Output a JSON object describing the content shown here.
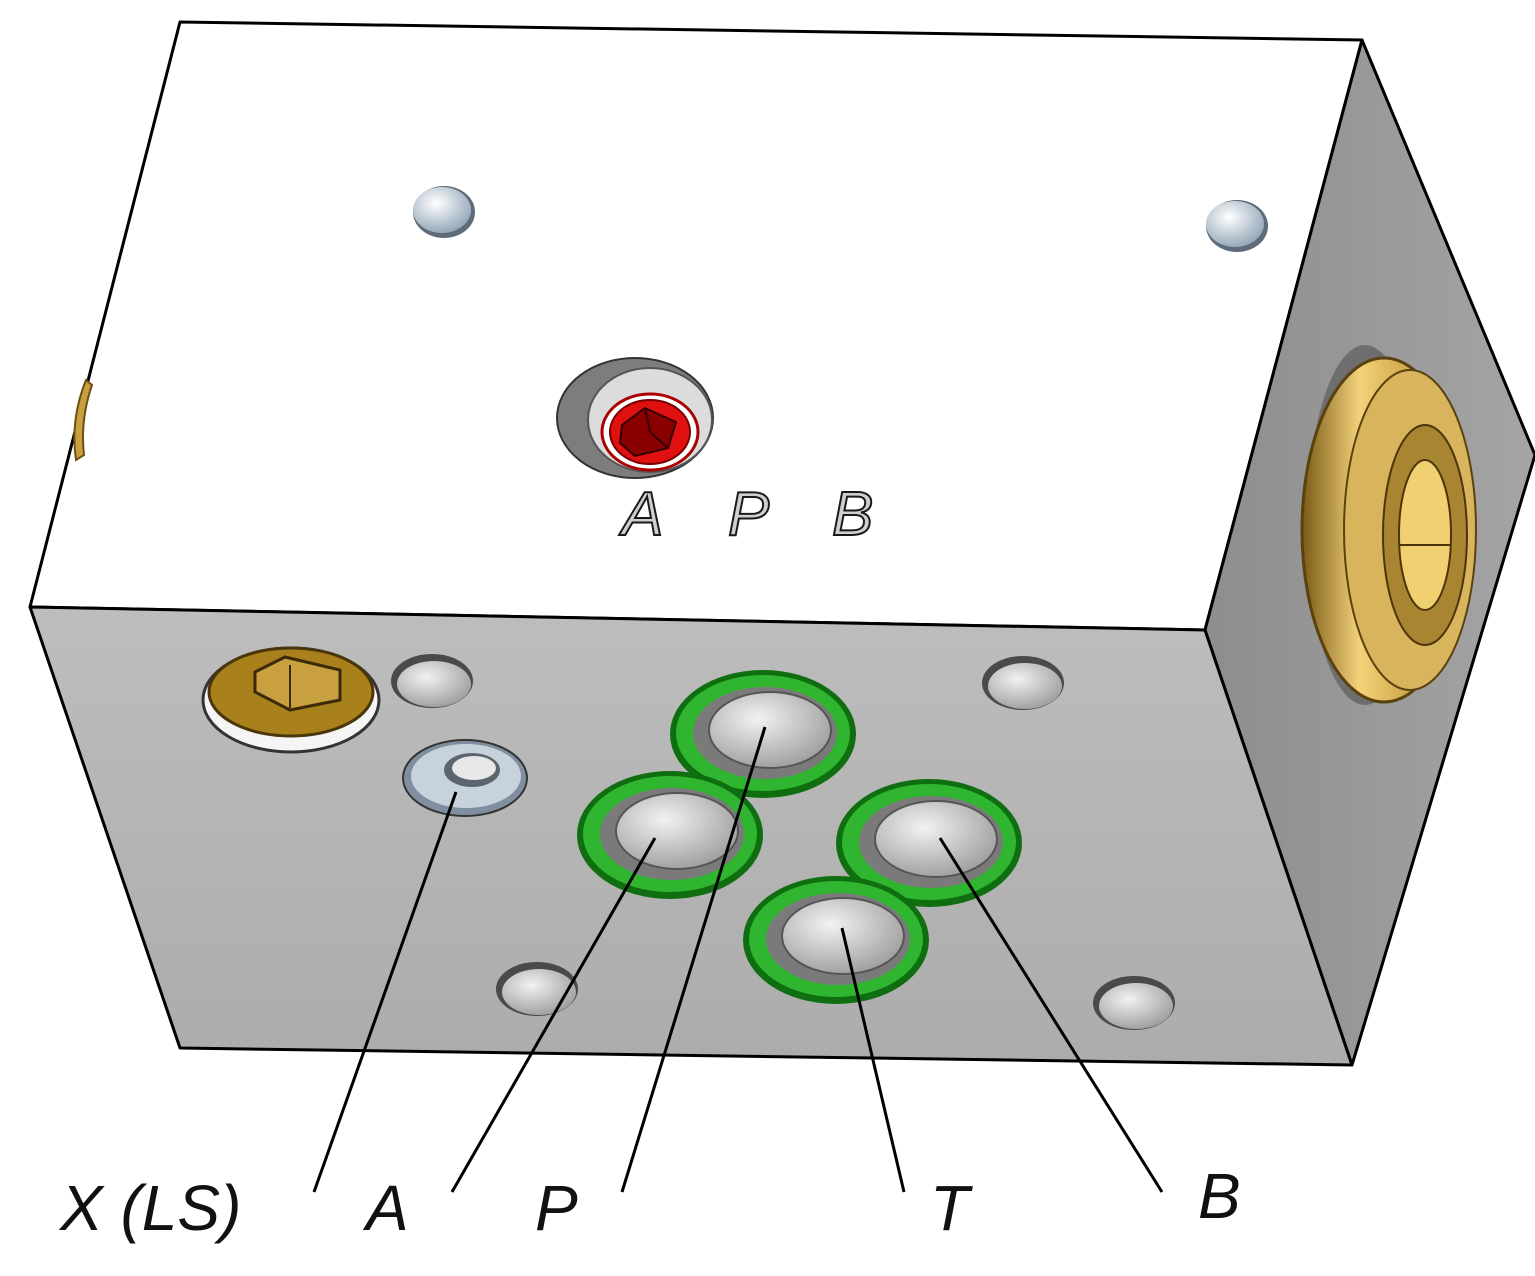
{
  "engraved_labels": {
    "a": "A",
    "p": "P",
    "b": "B"
  },
  "callouts": {
    "x_ls": "X (LS)",
    "a": "A",
    "p": "P",
    "t": "T",
    "b": "B"
  },
  "colors": {
    "top_face": "#ffffff",
    "front_face": "#b2b2b2",
    "side_face": "#9a9a9a",
    "oring_green": "#1f9e1f",
    "brass_plug": "#c9a040",
    "red_plug": "#e01010",
    "outline": "#000000"
  },
  "icons": {
    "port_x_ls": "port-x-ls-icon",
    "port_a": "port-a-icon",
    "port_p": "port-p-icon",
    "port_t": "port-t-icon",
    "port_b": "port-b-icon"
  }
}
